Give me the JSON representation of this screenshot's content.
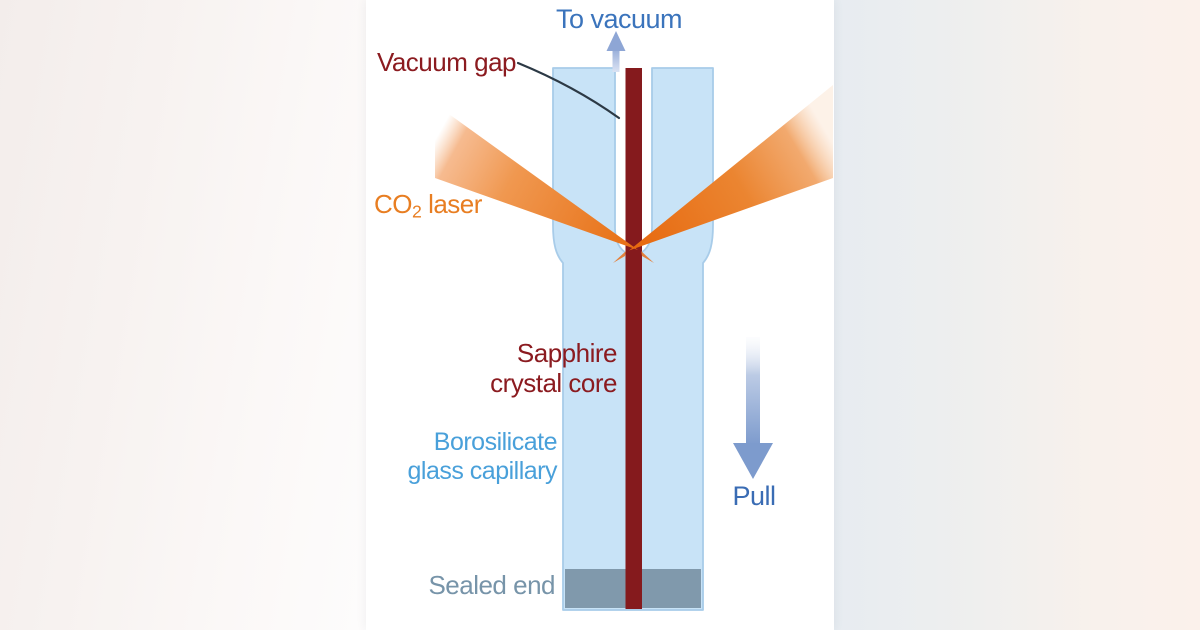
{
  "diagram": {
    "labels": {
      "to_vacuum": "To vacuum",
      "vacuum_gap": "Vacuum gap",
      "co2_laser": {
        "pre": "CO",
        "sub": "2",
        "post": " laser"
      },
      "sapphire_core": {
        "line1": "Sapphire",
        "line2": "crystal core"
      },
      "capillary": {
        "line1": "Borosilicate",
        "line2": "glass capillary"
      },
      "pull": "Pull",
      "sealed_end": "Sealed end"
    },
    "icons": {
      "to_vacuum_arrow": "arrow-up-icon",
      "pull_arrow": "arrow-down-icon",
      "vacuum_gap_pointer": "pointer-line-icon"
    },
    "colors": {
      "label_blue": "#3b74bc",
      "label_dark_red": "#8b1b20",
      "label_orange": "#e87e22",
      "label_light_blue": "#49a0da",
      "label_slate_blue": "#7794a9",
      "glass_fill": "#c8e3f7",
      "glass_stroke": "#a8cce9",
      "core_fill": "#851a1d",
      "sealed_end_fill": "#8099ac",
      "laser_orange": "#e8701d",
      "arrow_blue": "#7d9bcd"
    }
  }
}
